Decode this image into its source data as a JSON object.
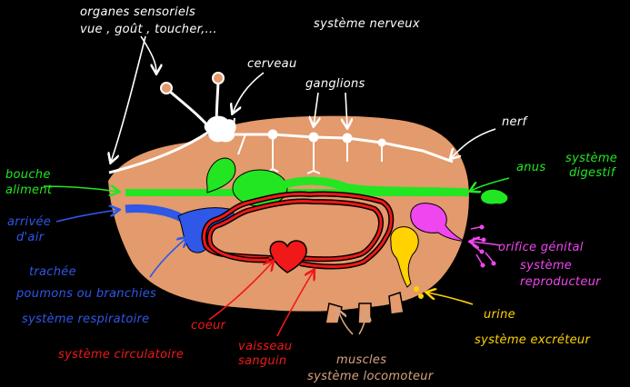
{
  "labels": {
    "sensory_organs_1": "organes sensoriels",
    "sensory_organs_2": "vue , goût , toucher,...",
    "nervous_system": "système nerveux",
    "brain": "cerveau",
    "ganglia": "ganglions",
    "nerve": "nerf",
    "mouth": "bouche",
    "food": "aliment",
    "anus": "anus",
    "digestive_system_1": "système",
    "digestive_system_2": "digestif",
    "air_inlet_1": "arrivée",
    "air_inlet_2": "d'air",
    "trachea": "trachée",
    "lungs_gills": "poumons ou branchies",
    "respiratory_system": "système respiratoire",
    "genital_orifice": "orifice génital",
    "reproductive_system_1": "système",
    "reproductive_system_2": "reproducteur",
    "heart": "coeur",
    "blood_vessel_1": "vaisseau",
    "blood_vessel_2": "sanguin",
    "circulatory_system": "système circulatoire",
    "urine": "urine",
    "excretory_system": "système excréteur",
    "muscles": "muscles",
    "locomotor_system": "système locomoteur"
  },
  "colors": {
    "background": "#000000",
    "body": "#e39a6c",
    "outline": "#000000",
    "nervous": "#ffffff",
    "digestive": "#22e622",
    "respiratory": "#2f57e8",
    "circulatory": "#f01818",
    "reproductive": "#f046f0",
    "excretory": "#ffd200",
    "muscles": "#d7a27e"
  }
}
